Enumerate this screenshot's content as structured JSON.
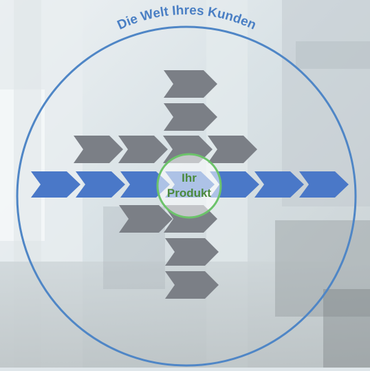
{
  "diagram": {
    "arc_label": "Die Welt Ihres Kunden",
    "center_line1": "Ihr",
    "center_line2": "Produkt"
  },
  "colors": {
    "circle_stroke": "#4f86c6",
    "arc_text": "#4a7fc4",
    "chevron_blue": "#4a78c8",
    "chevron_gray": "#7b7f86",
    "center_ring": "#6cc36a",
    "center_text": "#4b8a3c"
  },
  "flows": {
    "horizontal_blue_count": 7,
    "horizontal_gray_count": 4,
    "vertical_gray_count": 7
  }
}
